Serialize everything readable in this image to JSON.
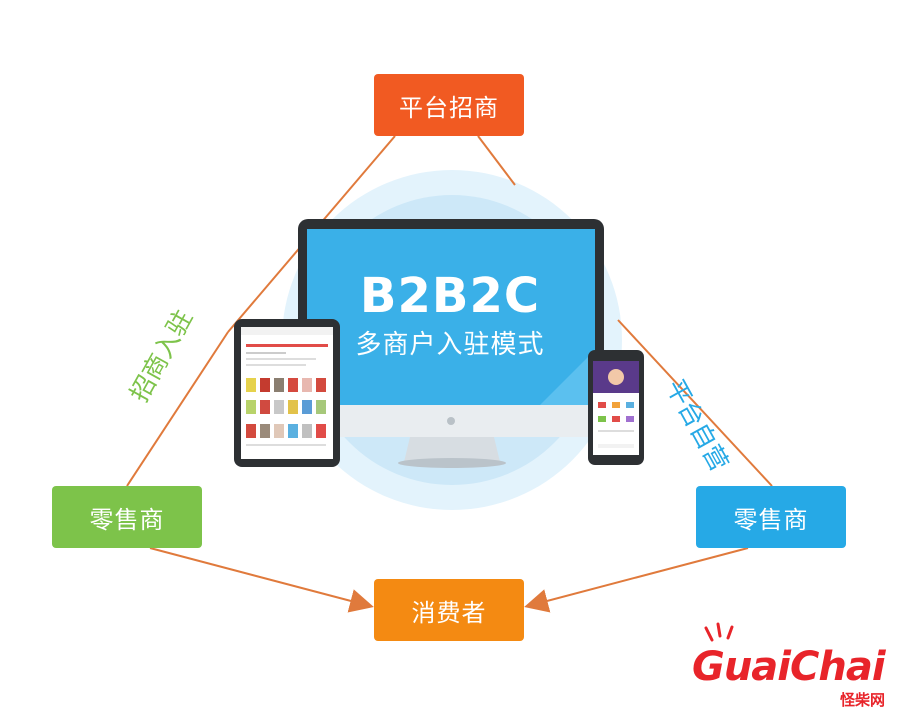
{
  "nodes": {
    "top": "平台招商",
    "left": "零售商",
    "right": "零售商",
    "bottom": "消费者"
  },
  "edges": {
    "left_label": "招商入驻",
    "right_label": "平台自营"
  },
  "monitor": {
    "title": "B2B2C",
    "subtitle": "多商户入驻模式"
  },
  "watermark": {
    "logo": "GuaiChai",
    "sub": "怪柴网"
  },
  "colors": {
    "top": "#f15a22",
    "left": "#7dc34a",
    "right": "#26a9e6",
    "bottom": "#f48a12",
    "connector": "#e07a3c"
  },
  "icons": [
    "arrow-right-icon",
    "arrow-left-icon"
  ]
}
